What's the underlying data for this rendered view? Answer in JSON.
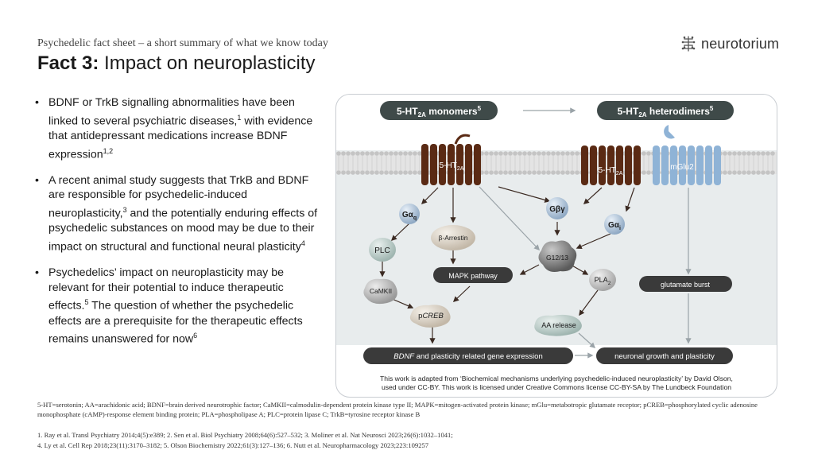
{
  "header": {
    "subtitle": "Psychedelic fact sheet – a short summary of what we know today",
    "title_bold": "Fact 3:",
    "title_rest": " Impact on neuroplasticity",
    "logo_text": "neurotorium"
  },
  "bullets": [
    {
      "before": "BDNF or TrkB signalling abnormalities have been linked to several psychiatric diseases,",
      "sup1": "1",
      "mid": " with evidence that antidepressant medications increase BDNF expression",
      "sup2": "1,2",
      "after": ""
    },
    {
      "before": "A recent animal study suggests that TrkB and BDNF are responsible for psychedelic-induced neuroplasticity,",
      "sup1": "3",
      "mid": " and the potentially enduring effects of psychedelic substances on mood may be due to their impact on structural and functional neural plasticity",
      "sup2": "4",
      "after": ""
    },
    {
      "before": "Psychedelics’ impact on neuroplasticity may be relevant for their potential to induce therapeutic effects.",
      "sup1": "5",
      "mid": " The question of whether the psychedelic effects are a prerequisite for the therapeutic effects remains unanswered for now",
      "sup2": "6",
      "after": ""
    }
  ],
  "diagram": {
    "monomers": {
      "base": "5-HT",
      "sub": "2A",
      "rest": " monomers",
      "sup": "5"
    },
    "heterodimers": {
      "base": "5-HT",
      "sub": "2A",
      "rest": " heterodimers",
      "sup": "5"
    },
    "receptor_1": {
      "base": "5-HT",
      "sub": "2A"
    },
    "receptor_2": {
      "base": "5-HT",
      "sub": "2A"
    },
    "mglu2": "mGlu2",
    "gaq": {
      "base": "Gα",
      "sub": "q"
    },
    "gby": "Gβγ",
    "gai": {
      "base": "Gα",
      "sub": "i"
    },
    "plc": "PLC",
    "barrestin": "β-Arrestin",
    "g1213": "G12/13",
    "mapk": "MAPK pathway",
    "pla2": {
      "base": "PLA",
      "sub": "2"
    },
    "camkii": "CaMKII",
    "pcreb": {
      "pre": "p",
      "italic": "CREB"
    },
    "aa_release": "AA release",
    "glutamate_burst": "glutamate burst",
    "bdnf_expression": {
      "italic": "BDNF",
      "rest": " and plasticity related gene expression"
    },
    "neuronal_growth": "neuronal growth and plasticity",
    "caption_line1": "This work is adapted from ‘Biochemical mechanisms underlying psychedelic-induced neuroplasticity’ by David Olson,",
    "caption_line2": "used under CC-BY. This work is licensed under Creative Commons license CC-BY-SA by The Lundbeck Foundation"
  },
  "abbreviations": "5-HT=serotonin; AA=arachidonic acid; BDNF=brain derived neurotrophic factor; CaMKII=calmodulin-dependent protein kinase type II; MAPK=mitogen-activated protein kinase; mGlu=metabotropic glutamate receptor; pCREB=phosphorylated cyclic adenosine monophosphate (cAMP)-response element binding protein; PLA=phospholipase A; PLC=protein lipase C; TrkB=tyrosine receptor kinase B",
  "references": {
    "line1": "1. Ray et al. Transl Psychiatry 2014;4(5):e389;  2. Sen et al. Biol Psychiatry 2008;64(6):527–532;  3. Moliner et al. Nat Neurosci 2023;26(6):1032–1041;",
    "line2": "4. Ly et al. Cell Rep 2018;23(11):3170–3182;  5. Olson Biochemistry 2022;61(3):127–136;  6. Nutt et al. Neuropharmacology 2023;223:109257"
  },
  "colors": {
    "pill_dark": "#3f4a49",
    "receptor_brown": "#5a2a14",
    "mglu_blue": "#8fb3d6",
    "membrane": "#cdcdcd",
    "pill_light": "#3a3a3a"
  }
}
